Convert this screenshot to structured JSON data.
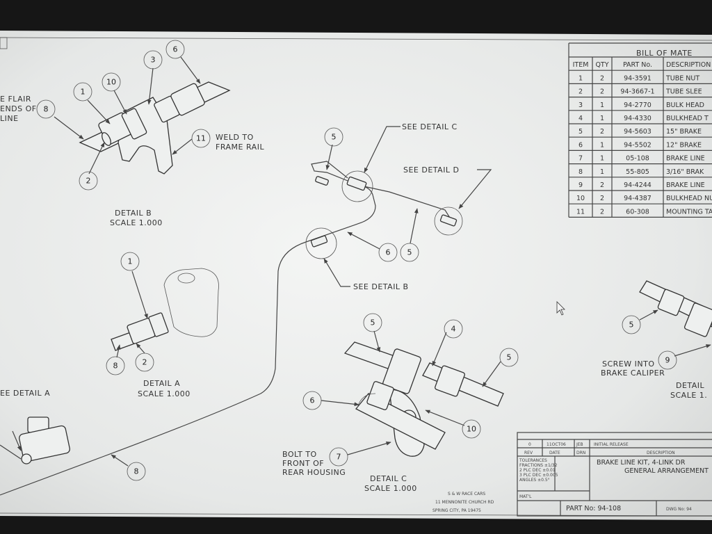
{
  "bom": {
    "title": "BILL OF MATE",
    "headers": [
      "ITEM",
      "QTY",
      "PART No.",
      "DESCRIPTION"
    ],
    "rows": [
      [
        "1",
        "2",
        "94-3591",
        "TUBE NUT"
      ],
      [
        "2",
        "2",
        "94-3667-1",
        "TUBE SLEE"
      ],
      [
        "3",
        "1",
        "94-2770",
        "BULK HEAD"
      ],
      [
        "4",
        "1",
        "94-4330",
        "BULKHEAD T"
      ],
      [
        "5",
        "2",
        "94-5603",
        "15\" BRAKE"
      ],
      [
        "6",
        "1",
        "94-5502",
        "12\" BRAKE"
      ],
      [
        "7",
        "1",
        "05-108",
        "BRAKE LINE"
      ],
      [
        "8",
        "1",
        "55-805",
        "3/16\" BRAK"
      ],
      [
        "9",
        "2",
        "94-4244",
        "BRAKE LINE"
      ],
      [
        "10",
        "2",
        "94-4387",
        "BULKHEAD NU"
      ],
      [
        "11",
        "2",
        "60-308",
        "MOUNTING TA"
      ]
    ]
  },
  "notes": {
    "flair1": "E FLAIR",
    "flair2": "ENDS OF",
    "flair3": "LINE",
    "weld1": "WELD TO",
    "weld2": "FRAME RAIL",
    "detail_b_title": "DETAIL  B",
    "detail_b_scale": "SCALE  1.000",
    "see_detail_c": "SEE DETAIL  C",
    "see_detail_d": "SEE DETAIL  D",
    "see_detail_b": "SEE DETAIL  B",
    "see_detail_a": "EE DETAIL  A",
    "detail_a_title": "DETAIL  A",
    "detail_a_scale": "SCALE  1.000",
    "screw1": "SCREW INTO",
    "screw2": "BRAKE CALIPER",
    "detail_d_title": "DETAIL",
    "detail_d_scale": "SCALE  1.",
    "bolt1": "BOLT TO",
    "bolt2": "FRONT OF",
    "bolt3": "REAR HOUSING",
    "detail_c_title": "DETAIL  C",
    "detail_c_scale": "SCALE  1.000"
  },
  "balloons": {
    "b1": "1",
    "b2": "2",
    "b3": "3",
    "b4": "4",
    "b5": "5",
    "b6": "6",
    "b7": "7",
    "b8": "8",
    "b9": "9",
    "b10": "10",
    "b11": "11"
  },
  "company": {
    "name": "S & W RACE CARS",
    "address": "11 MENNONITE CHURCH RD",
    "city": "SPRING CITY, PA 19475"
  },
  "title_block": {
    "rev": "0",
    "date": "11OCT06",
    "drn": "JEB",
    "release": "INITIAL RELEASE",
    "rev_label": "REV",
    "date_label": "DATE",
    "drn_label": "DRN",
    "description_label": "DESCRIPTION",
    "desc1": "BRAKE LINE KIT, 4-LINK DR",
    "desc2": "GENERAL ARRANGEMENT",
    "tolerances": "TOLERANCES",
    "tol1": "FRACTIONS ±1/32",
    "tol2": "2 PLC DEC ±0.01",
    "tol3": "3 PLC DEC ±0.005",
    "tol4": "ANGLES ±0.5°",
    "matl": "MAT'L",
    "part_no": "PART No: 94-108",
    "dwg_no": "DWG No: 94"
  }
}
